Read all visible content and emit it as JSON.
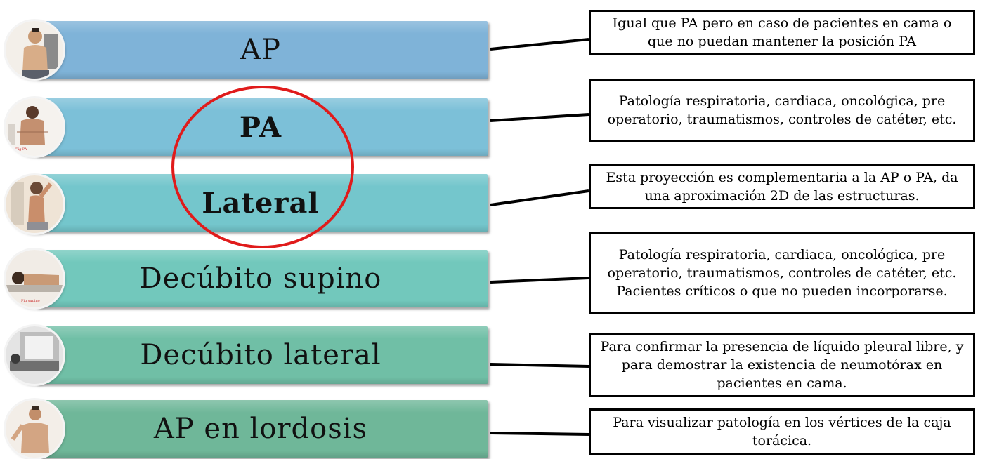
{
  "diagram": {
    "rows": [
      {
        "label": "AP",
        "bold": false,
        "description": "Igual que PA pero en caso de pacientes en cama o que no puedan mantener la posición PA",
        "band_color": "#7fb3d8"
      },
      {
        "label": "PA",
        "bold": true,
        "description": "Patología respiratoria, cardiaca, oncológica, pre operatorio, traumatismos, controles de catéter, etc.",
        "band_color": "#7cc0d8"
      },
      {
        "label": "Lateral",
        "bold": true,
        "description": "Esta proyección es complementaria a la AP o PA, da una aproximación 2D de las estructuras.",
        "band_color": "#74c6cc"
      },
      {
        "label": "Decúbito supino",
        "bold": false,
        "description": "Patología respiratoria, cardiaca, oncológica, pre operatorio, traumatismos, controles de catéter, etc. Pacientes críticos o que no pueden incorporarse.",
        "band_color": "#72c8bc"
      },
      {
        "label": "Decúbito lateral",
        "bold": false,
        "description": "Para confirmar la presencia de líquido pleural libre, y para demostrar la existencia de neumotórax en pacientes en cama.",
        "band_color": "#70bfa6"
      },
      {
        "label": "AP en lordosis",
        "bold": false,
        "description": "Para visualizar patología en los vértices de la caja torácica.",
        "band_color": "#6fb799"
      }
    ],
    "highlight_color": "#e01b1b",
    "connector_color": "#000000"
  }
}
